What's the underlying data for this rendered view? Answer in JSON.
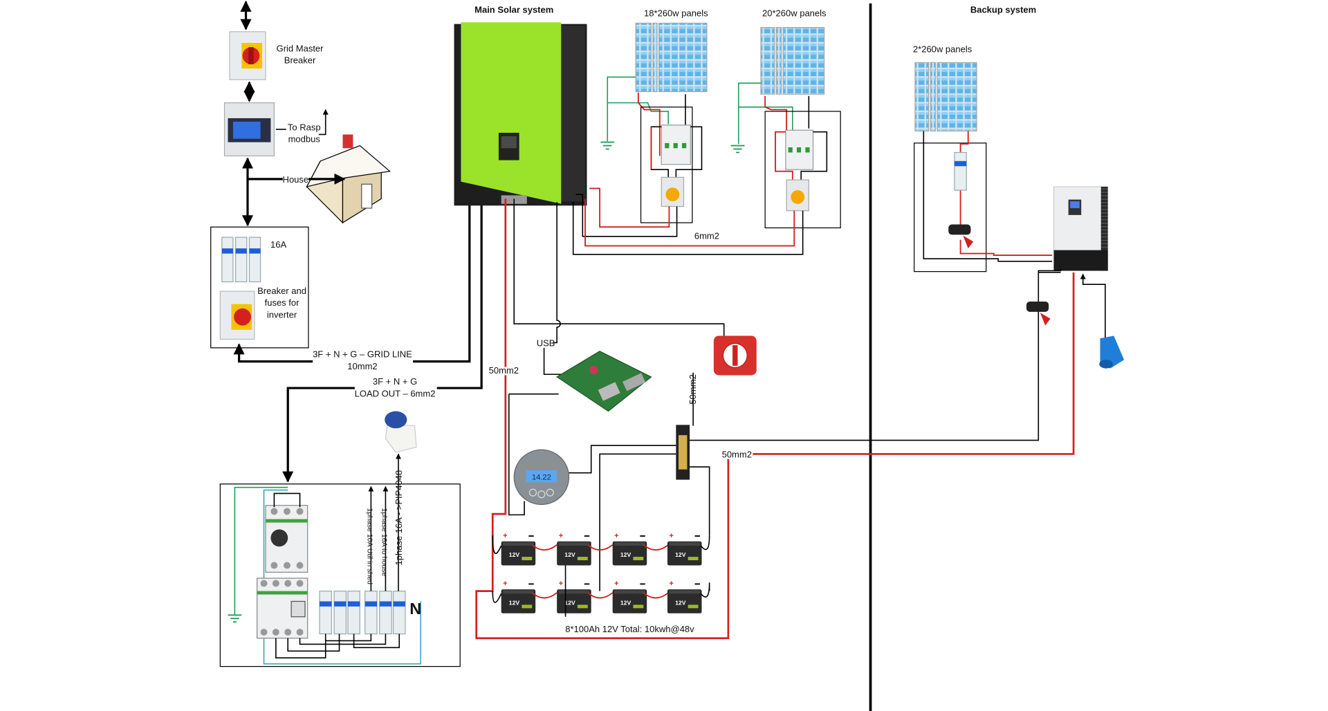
{
  "sections": {
    "main_title": "Main Solar system",
    "backup_title": "Backup system"
  },
  "panels": {
    "array1": "18*260w panels",
    "array2": "20*260w panels",
    "backup": "2*260w panels"
  },
  "grid": {
    "master_breaker_line1": "Grid Master",
    "master_breaker_line2": "Breaker",
    "meter_line1": "To Rasp",
    "meter_line2": "modbus",
    "house": "House",
    "fuse_rating": "16A",
    "breaker_line1": "Breaker and",
    "breaker_line2": "fuses for",
    "breaker_line3": "inverter",
    "grid_line1": "3F + N + G  – GRID LINE",
    "grid_line2": "10mm2",
    "load_line1": "3F + N + G",
    "load_line2": "LOAD OUT – 6mm2"
  },
  "distribution": {
    "out1": "1phase 10A Util in shed",
    "out2": "1phase 16A to house",
    "out3": "1phase 16A - >PIP4048",
    "neutral": "N"
  },
  "wiring": {
    "usb": "USB",
    "cable_50_a": "50mm2",
    "cable_50_b": "50mm2",
    "cable_50_c": "50mm2",
    "cable_6": "6mm2"
  },
  "batteries": {
    "label": "8*100Ah 12V   Total: 10kwh@48v",
    "unit_voltage": "12V",
    "monitor_reading": "14.22"
  },
  "colors": {
    "inverter_green": "#9be22a",
    "dc_positive": "#d42020",
    "ground": "#1f9e5a",
    "neutral": "#2aa3b8",
    "panel_blue": "#5fb4e6"
  }
}
